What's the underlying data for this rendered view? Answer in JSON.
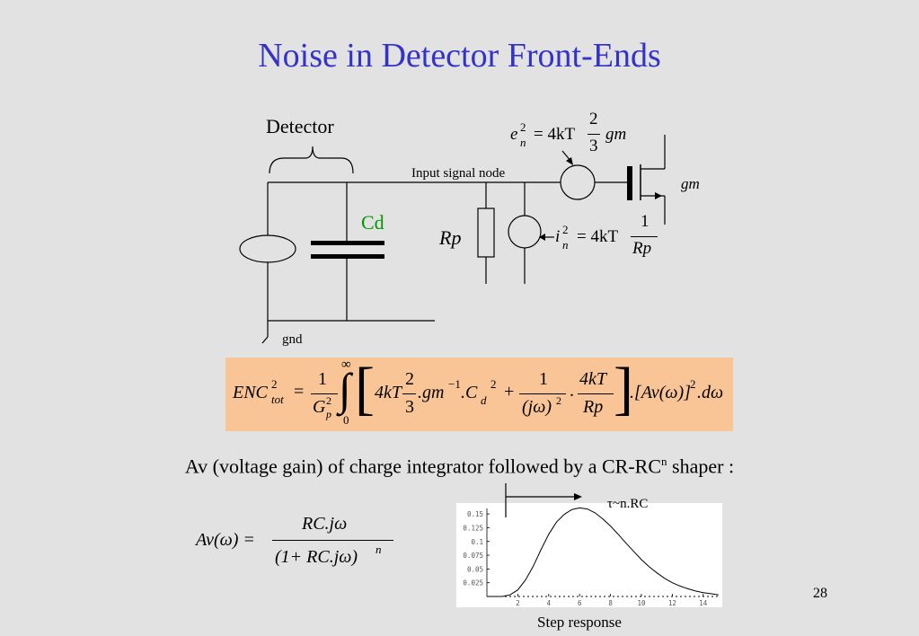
{
  "title": "Noise in Detector Front-Ends",
  "circuit": {
    "detector_label": "Detector",
    "node_label": "Input signal node",
    "cd_label": "Cd",
    "rp_label": "Rp",
    "gnd_label": "gnd",
    "gm_label": "gm",
    "en_formula": {
      "lhs_base": "e",
      "lhs_sub": "n",
      "lhs_sup": "2",
      "rhs_prefix": "= 4kT",
      "num": "2",
      "den": "3",
      "suffix": "gm"
    },
    "in_formula": {
      "lhs_base": "i",
      "lhs_sub": "n",
      "lhs_sup": "2",
      "rhs_prefix": "= 4kT",
      "num": "1",
      "den": "Rp"
    }
  },
  "enc": {
    "lhs": "ENC",
    "lhs_sub": "tot",
    "lhs_sup": "2",
    "frac1_num": "1",
    "frac1_den": "G",
    "frac1_den_sub": "p",
    "frac1_den_sup": "2",
    "int_upper": "∞",
    "int_lower": "0",
    "term1": "4kT",
    "term1_num": "2",
    "term1_den": "3",
    "term1_tail": ".gm",
    "term1_tail_sup": "−1",
    "term1_c": ".C",
    "term1_c_sub": "d",
    "term1_c_sup": "2",
    "plus": "+",
    "term2_num": "1",
    "term2_den": "(jω)",
    "term2_den_sup": "2",
    "term2_dot": ".",
    "term3_num": "4kT",
    "term3_den": "Rp",
    "av": ".[Av(ω)]",
    "av_sup": "2",
    "dw": ".dω"
  },
  "av_text": {
    "main": "Av (voltage gain) of charge integrator followed by a CR-RC",
    "sup": "n",
    "tail": " shaper :"
  },
  "av_formula": {
    "lhs": "Av(ω) =",
    "num": "RC.jω",
    "den": "(1+ RC.jω)",
    "den_sup": "n"
  },
  "plot": {
    "tau_label": "τ~n.RC",
    "caption": "Step response"
  },
  "page_number": "28",
  "chart_data": {
    "type": "line",
    "title": "",
    "xlabel": "",
    "ylabel": "",
    "x_ticks": [
      "2",
      "4",
      "6",
      "8",
      "10",
      "12",
      "14"
    ],
    "y_ticks": [
      "0.025",
      "0.05",
      "0.075",
      "0.1",
      "0.125",
      "0.15"
    ],
    "xlim": [
      0,
      15
    ],
    "ylim": [
      0,
      0.16
    ],
    "series": [
      {
        "x": [
          0,
          0.5,
          1,
          1.5,
          2,
          2.5,
          3,
          3.5,
          4,
          4.5,
          5,
          5.5,
          6,
          6.5,
          7,
          7.5,
          8,
          8.5,
          9,
          9.5,
          10,
          10.5,
          11,
          11.5,
          12,
          12.5,
          13,
          13.5,
          14,
          14.5,
          15
        ],
        "y": [
          0,
          0,
          0,
          0.003,
          0.012,
          0.03,
          0.055,
          0.085,
          0.113,
          0.135,
          0.149,
          0.158,
          0.161,
          0.159,
          0.152,
          0.141,
          0.128,
          0.113,
          0.097,
          0.082,
          0.067,
          0.054,
          0.043,
          0.033,
          0.025,
          0.019,
          0.014,
          0.01,
          0.007,
          0.005,
          0.003
        ]
      }
    ]
  }
}
